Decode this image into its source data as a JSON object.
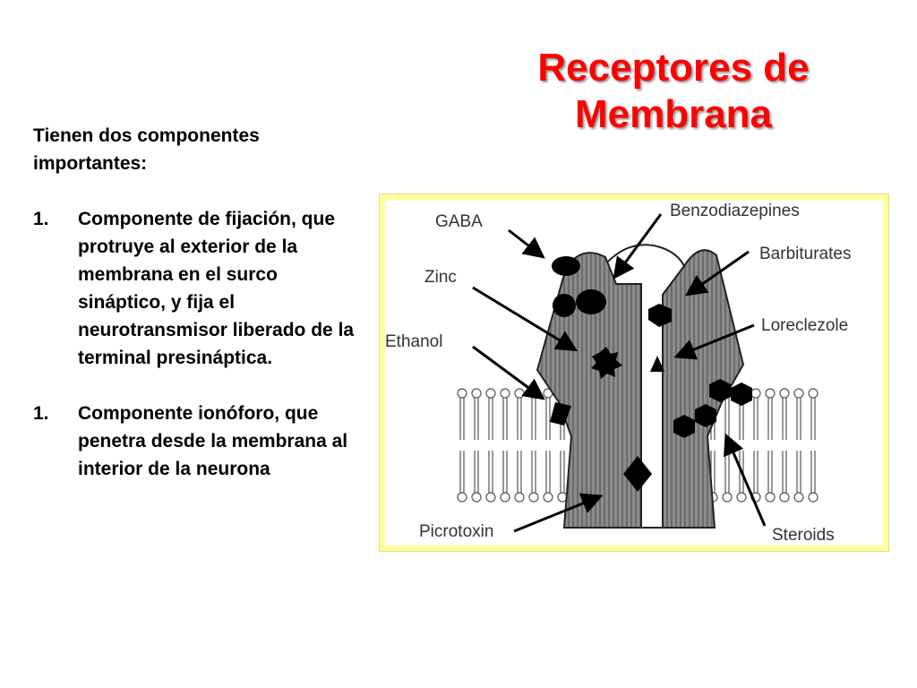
{
  "title": {
    "line1": "Receptores de",
    "line2": "Membrana"
  },
  "body": {
    "intro": "Tienen dos componentes importantes:",
    "items": [
      {
        "number": "1.",
        "text": "Componente de fijación, que protruye al exterior de la membrana en el surco sináptico, y fija el neurotransmisor liberado de la terminal presináptica."
      },
      {
        "number": "1.",
        "text": "Componente ionóforo, que penetra desde la membrana al interior de la neurona"
      }
    ]
  },
  "figure": {
    "labels": {
      "gaba": "GABA",
      "zinc": "Zinc",
      "ethanol": "Ethanol",
      "picrotoxin": "Picrotoxin",
      "benzodiazepines": "Benzodiazepines",
      "barbiturates": "Barbiturates",
      "loreclezole": "Loreclezole",
      "steroids": "Steroids"
    },
    "colors": {
      "frame": "#ffff9e",
      "receptor_fill": "#8c8c8c",
      "title": "#ff0000"
    }
  }
}
